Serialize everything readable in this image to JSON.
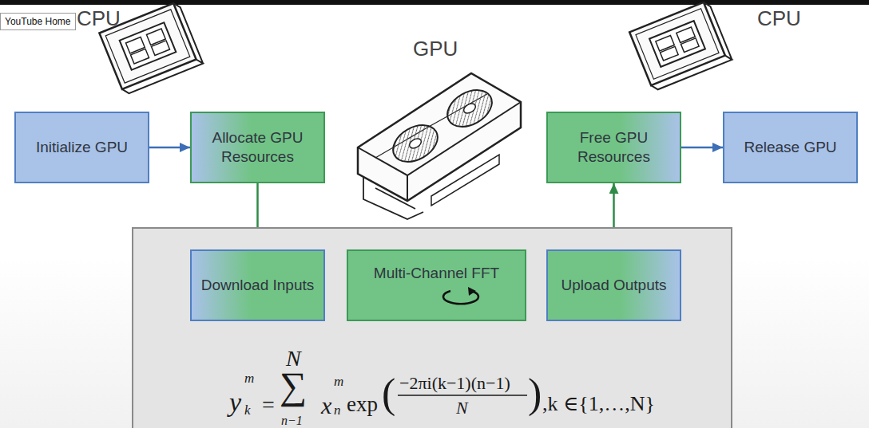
{
  "diagram": {
    "nodes": [
      {
        "text": [
          "Initialize GPU"
        ]
      },
      {
        "text": [
          "Allocate GPU Resources"
        ]
      },
      {
        "text": [
          "Free GPU Resources"
        ]
      },
      {
        "text": [
          "Release GPU"
        ]
      },
      {
        "text": [
          "y",
          "m",
          "k",
          "=",
          "N",
          "∑",
          "n−1",
          "x",
          "m",
          "n",
          "exp",
          "(",
          "−2πi(k−1)(n−1)",
          "N",
          ")",
          ",k ∈{1,…,N}"
        ]
      },
      {
        "text": [
          "Download Inputs"
        ],
        "in": 4
      },
      {
        "text": [
          "Multi-Channel FFT"
        ],
        "in": 4
      },
      {
        "text": [
          "Upload Outputs"
        ],
        "in": 4
      }
    ],
    "edges": [
      {
        "from": 0,
        "to": 1,
        "arrow": "to"
      },
      {
        "from": 1,
        "to": 5,
        "arrow": "to"
      },
      {
        "from": 7,
        "to": 2,
        "arrow": "to"
      },
      {
        "from": 2,
        "to": 3,
        "arrow": "to"
      },
      {
        "from": 7,
        "to": 5,
        "arrow": "to"
      }
    ],
    "labels": [
      "YouTube Home",
      "CPU",
      "GPU",
      "CPU"
    ]
  }
}
